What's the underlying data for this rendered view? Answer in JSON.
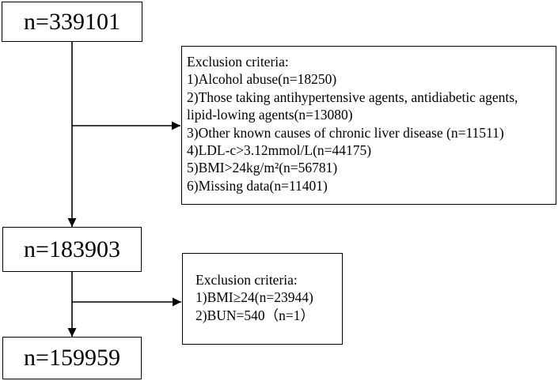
{
  "flow": {
    "counts": [
      {
        "label": "n=339101"
      },
      {
        "label": "n=183903"
      },
      {
        "label": "n=159959"
      }
    ],
    "exclusions": [
      {
        "header": "Exclusion criteria:",
        "items": [
          "1)Alcohol abuse(n=18250)",
          "2)Those taking antihypertensive agents, antidiabetic agents,",
          "lipid-lowing agents(n=13080)",
          "3)Other known causes of chronic liver disease (n=11511)",
          "4)LDL-c>3.12mmol/L(n=44175)",
          "5)BMI>24kg/m²(n=56781)",
          "6)Missing data(n=11401)"
        ]
      },
      {
        "header": "Exclusion criteria:",
        "items": [
          "1)BMI≥24(n=23944)",
          "2)BUN=540（n=1）"
        ]
      }
    ]
  }
}
